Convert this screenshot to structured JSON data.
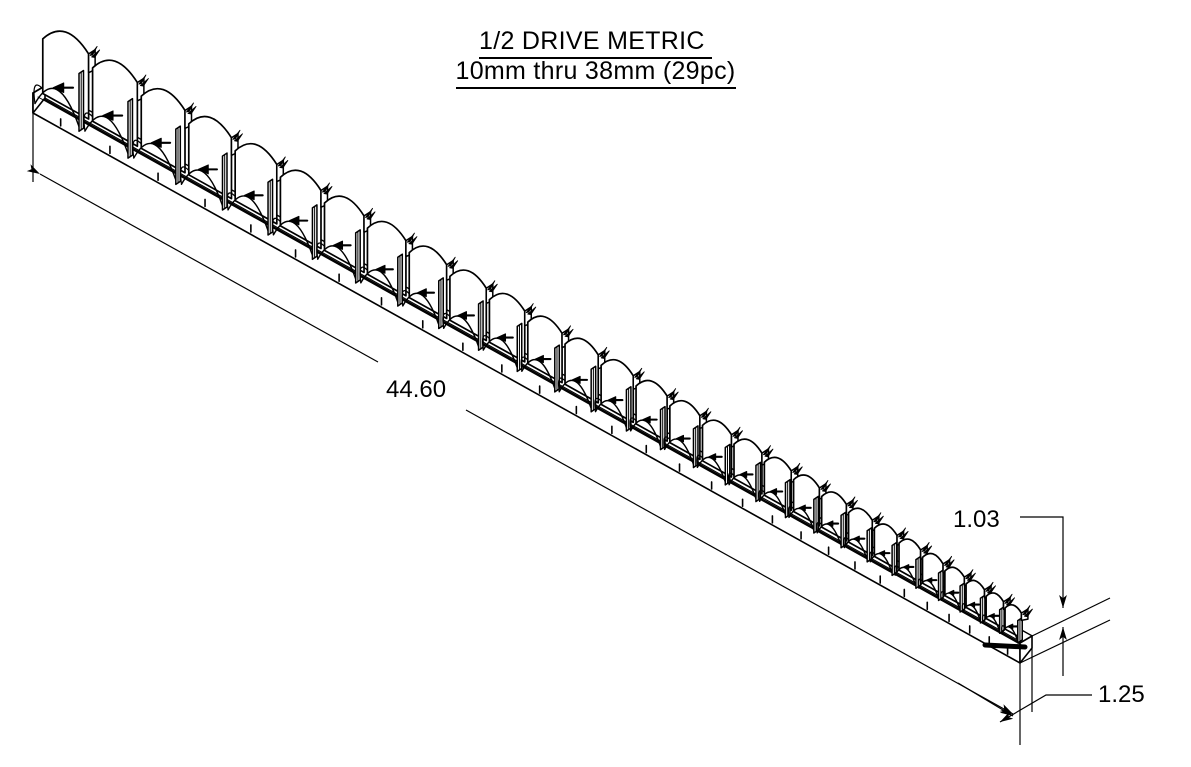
{
  "drawing": {
    "type": "isometric-technical-drawing",
    "background_color": "#ffffff",
    "line_color": "#000000",
    "title": {
      "line1": "1/2 DRIVE METRIC ",
      "line2": "10mm thru 38mm (29pc)",
      "underlined": true
    },
    "dimensions": {
      "length": {
        "label": "44.60",
        "name": "overall-length",
        "orientation": "diagonal",
        "arrows": "both-ends"
      },
      "height": {
        "label": "1.03",
        "name": "overall-height",
        "orientation": "vertical",
        "arrows": "both-ends"
      },
      "width": {
        "label": "1.25",
        "name": "overall-width",
        "orientation": "diagonal",
        "arrows": "single-leader"
      }
    },
    "part": {
      "name": "socket-rail",
      "socket_count": 29,
      "size_range_start": "10mm",
      "size_range_end": "38mm",
      "drive": "1/2",
      "largest_socket_end": "left",
      "smallest_socket_end": "right"
    }
  }
}
